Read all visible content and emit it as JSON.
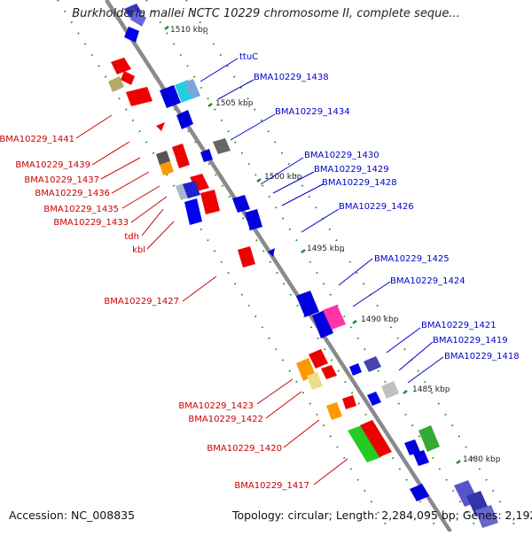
{
  "map": {
    "title": "Burkholderia mallei NCTC 10229 chromosome II, complete seque...",
    "accession": "Accession: NC_008835",
    "summary": "Topology: circular; Length: 2,284,095 bp; Genes: 2,192"
  },
  "scale_ticks": [
    {
      "label": "1510 kbp"
    },
    {
      "label": "1505 kbp"
    },
    {
      "label": "1500 kbp"
    },
    {
      "label": "1495 kbp"
    },
    {
      "label": "1490 kbp"
    },
    {
      "label": "1485 kbp"
    },
    {
      "label": "1480 kbp"
    }
  ],
  "labels_forward": [
    "ttuC",
    "BMA10229_1438",
    "BMA10229_1434",
    "BMA10229_1430",
    "BMA10229_1429",
    "BMA10229_1428",
    "BMA10229_1426",
    "BMA10229_1425",
    "BMA10229_1424",
    "BMA10229_1421",
    "BMA10229_1419",
    "BMA10229_1418"
  ],
  "labels_reverse": [
    "BMA10229_1441",
    "BMA10229_1439",
    "BMA10229_1437",
    "BMA10229_1436",
    "BMA10229_1435",
    "BMA10229_1433",
    "tdh",
    "kbl",
    "BMA10229_1427",
    "BMA10229_1423",
    "BMA10229_1422",
    "BMA10229_1420",
    "BMA10229_1417"
  ],
  "colors": {
    "forward_label": "#0000cc",
    "reverse_label": "#cc0000",
    "backbone": "#888888",
    "tick": "#2a8a2a"
  }
}
